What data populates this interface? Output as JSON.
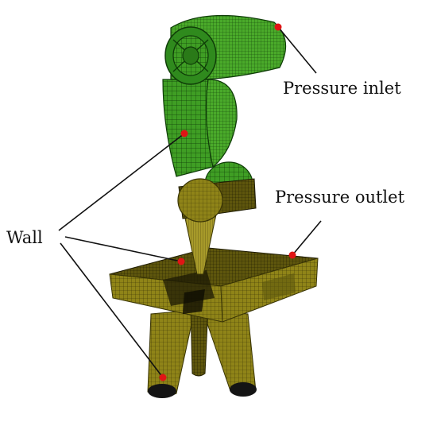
{
  "labels": {
    "pressure_inlet": "Pressure inlet",
    "pressure_outlet": "Pressure outlet",
    "wall": "Wall"
  },
  "colors": {
    "pipe_green": "#2f8a1d",
    "pipe_green_light": "#4fb52c",
    "mesh_olive": "#8a7d16",
    "mesh_olive_dark": "#4e470a",
    "marker_red": "#e01515",
    "leader_line": "#111111",
    "background": "#ffffff"
  }
}
